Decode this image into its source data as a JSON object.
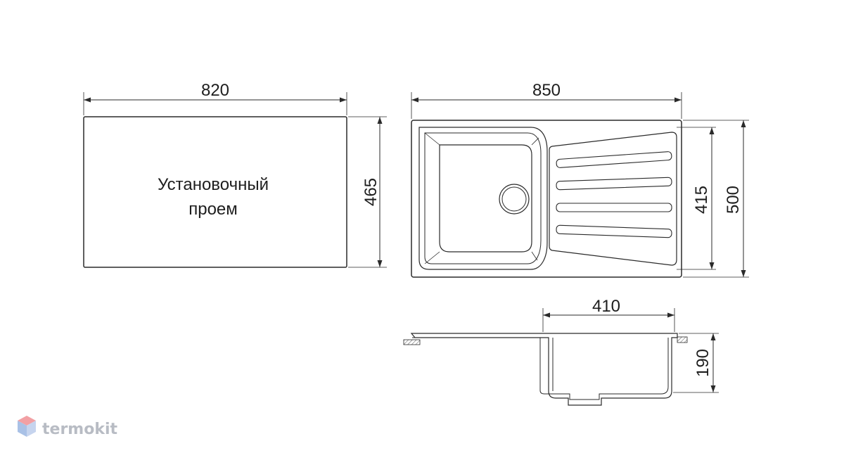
{
  "cutout": {
    "width_label": "820",
    "height_label": "465",
    "label_line1": "Установочный",
    "label_line2": "проем"
  },
  "sink_top": {
    "width_label": "850",
    "inner_depth_label": "415",
    "depth_label": "500"
  },
  "sink_side": {
    "bowl_width_label": "410",
    "bowl_depth_label": "190"
  },
  "watermark": {
    "text": "termokit",
    "icon": "hexagon-cube-logo-icon",
    "colors": {
      "top": "#f2a0a4",
      "left": "#a9c1e6",
      "right": "#c6d4ee",
      "text": "#b8bcc4"
    }
  }
}
